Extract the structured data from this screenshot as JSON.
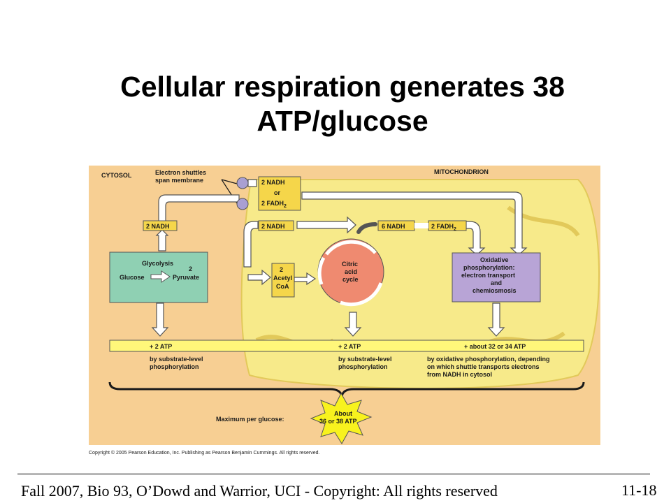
{
  "slide": {
    "title_line1": "Cellular respiration generates 38",
    "title_line2": "ATP/glucose",
    "footer": "Fall 2007, Bio 93, O’Dowd and Warrior, UCI - Copyright: All rights reserved",
    "page_number": "11-18"
  },
  "diagram": {
    "colors": {
      "cytosol_bg": "#f7cf93",
      "mitochondrion": "#f7ea8a",
      "glycolysis_box": "#8fd0b3",
      "citric_cycle": "#ef8a70",
      "oxphos_box": "#b8a4d6",
      "label_box": "#f5d64a",
      "atp_bar": "#fff77a",
      "shuttle": "#a99fd2",
      "starburst": "#f8f21e"
    },
    "regions": {
      "cytosol": "CYTOSOL",
      "mitochondrion": "MITOCHONDRION"
    },
    "shuttles": {
      "line1": "Electron shuttles",
      "line2": "span membrane"
    },
    "labels": {
      "nadh_top": "2 NADH",
      "or": "or",
      "fadh2_top": "2 FADH",
      "nadh_left": "2 NADH",
      "nadh_mid": "2 NADH",
      "nadh_6": "6 NADH",
      "fadh2_mid": "2 FADH",
      "subscript_2": "2"
    },
    "glycolysis": {
      "title": "Glycolysis",
      "glucose": "Glucose",
      "count": "2",
      "pyruvate": "Pyruvate"
    },
    "acetyl": {
      "line1": "2",
      "line2": "Acetyl",
      "line3": "CoA"
    },
    "citric": {
      "line1": "Citric",
      "line2": "acid",
      "line3": "cycle"
    },
    "oxphos": {
      "line1": "Oxidative",
      "line2": "phosphorylation:",
      "line3": "electron transport",
      "line4": "and",
      "line5": "chemiosmosis"
    },
    "atp": {
      "left": "+ 2 ATP",
      "middle": "+ 2 ATP",
      "right": "+ about 32 or 34 ATP"
    },
    "notes": {
      "left1": "by substrate-level",
      "left2": "phosphorylation",
      "mid1": "by substrate-level",
      "mid2": "phosphorylation",
      "right1": "by oxidative phosphorylation, depending",
      "right2": "on which shuttle transports electrons",
      "right3": "from NADH in cytosol"
    },
    "maximum": {
      "label": "Maximum per glucose:",
      "line1": "About",
      "line2": "36 or 38 ATP"
    },
    "copyright": "Copyright © 2005 Pearson Education, Inc. Publishing as Pearson Benjamin Cummings. All rights reserved."
  }
}
